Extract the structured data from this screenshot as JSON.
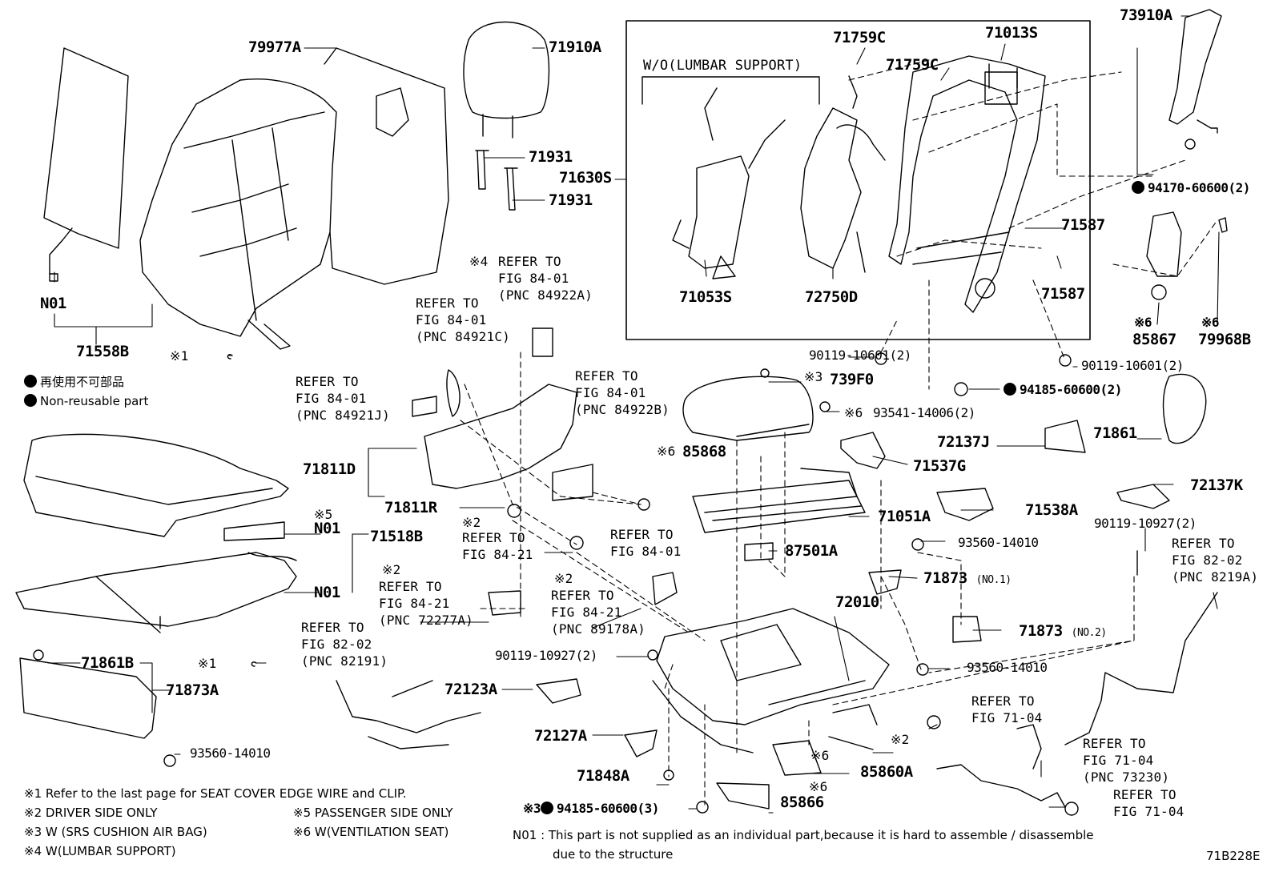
{
  "inset_box_title": "W/O(LUMBAR SUPPORT)",
  "parts": {
    "p79977A": "79977A",
    "p71910A": "71910A",
    "p71931a": "71931",
    "p71931b": "71931",
    "p71630S": "71630S",
    "p71759Ca": "71759C",
    "p71759Cb": "71759C",
    "p71013S": "71013S",
    "p73910A": "73910A",
    "p94170": "94170-60600(2)",
    "p71587a": "71587",
    "p71587b": "71587",
    "p71053S": "71053S",
    "p72750D": "72750D",
    "p85867": "85867",
    "p79968B": "79968B",
    "pN01a": "N01",
    "p71558B": "71558B",
    "p90119_10601a": "90119-10601(2)",
    "p90119_10601b": "90119-10601(2)",
    "p739F0": "739F0",
    "p94185a": "94185-60600(2)",
    "p93541": "93541-14006(2)",
    "p71861": "71861",
    "p72137J": "72137J",
    "p71537G": "71537G",
    "p85868": "85868",
    "p71811D": "71811D",
    "p71811R": "71811R",
    "p71051A": "71051A",
    "p71538A": "71538A",
    "p72137K": "72137K",
    "pN01b": "N01",
    "p71518B": "71518B",
    "pN01c": "N01",
    "p87501A": "87501A",
    "p93560a": "93560-14010",
    "p90119_10927a": "90119-10927(2)",
    "p71873a": "71873",
    "p71873b": "71873",
    "p72010": "72010",
    "p93560b": "93560-14010",
    "p71861B": "71861B",
    "p71873A": "71873A",
    "p90119_10927b": "90119-10927(2)",
    "p72123A": "72123A",
    "p72127A": "72127A",
    "p85860A": "85860A",
    "p93560c": "93560-14010",
    "p71848A": "71848A",
    "p94185b": "94185-60600(3)",
    "p85866": "85866"
  },
  "qualifiers": {
    "no1": "(NO.1)",
    "no2": "(NO.2)"
  },
  "marks": {
    "m1": "※1",
    "m2": "※2",
    "m3": "※3",
    "m4": "※4",
    "m5": "※5",
    "m6": "※6"
  },
  "refs": {
    "r_84922A": "REFER TO\nFIG 84-01\n(PNC 84922A)",
    "r_84921C": "REFER TO\nFIG 84-01\n(PNC 84921C)",
    "r_84921J": "REFER TO\nFIG 84-01\n(PNC 84921J)",
    "r_84922B": "REFER TO\nFIG 84-01\n(PNC 84922B)",
    "r_84_21a": "REFER TO\nFIG 84-21",
    "r_84_01": "REFER TO\nFIG 84-01",
    "r_72277A": "REFER TO\nFIG 84-21\n(PNC 72277A)",
    "r_89178A": "REFER TO\nFIG 84-21\n(PNC 89178A)",
    "r_82191": "REFER TO\nFIG 82-02\n(PNC 82191)",
    "r_8219A": "REFER TO\nFIG 82-02\n(PNC 8219A)",
    "r_71_04a": "REFER TO\nFIG 71-04",
    "r_73230": "REFER TO\nFIG 71-04\n(PNC 73230)",
    "r_71_04b": "REFER TO\nFIG 71-04"
  },
  "legend": {
    "jp": "再使用不可部品",
    "en": "Non-reusable part"
  },
  "footnotes": {
    "n1": "※1  Refer to the last page for SEAT COVER EDGE WIRE and CLIP.",
    "n2": "※2  DRIVER SIDE ONLY",
    "n3": "※3  W (SRS CUSHION AIR BAG)",
    "n4": "※4 W(LUMBAR SUPPORT)",
    "n5": "※5 PASSENGER SIDE ONLY",
    "n6": "※6 W(VENTILATION SEAT)",
    "n01a": "N01 : This part is not supplied as an individual part,because it is hard to assemble / disassemble",
    "n01b": "due to the structure"
  },
  "figure_id": "71B228E"
}
